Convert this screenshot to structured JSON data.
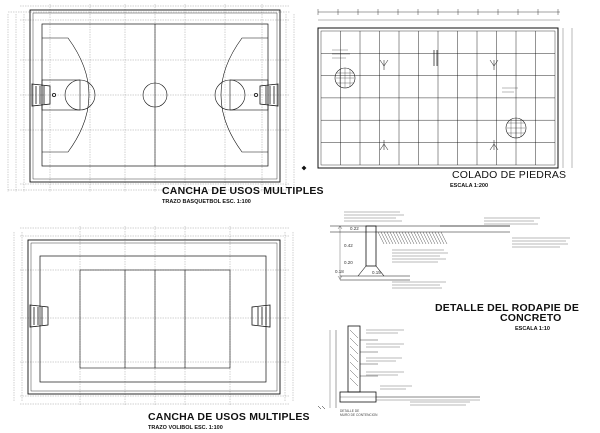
{
  "basketball": {
    "title": "CANCHA DE USOS MULTIPLES",
    "subtitle": "TRAZO  BASQUETBOL ESC. 1:100"
  },
  "volleyball": {
    "title": "CANCHA DE USOS MULTIPLES",
    "subtitle": "TRAZO  VOLIBOL  ESC. 1:100"
  },
  "stones": {
    "title": "COLADO DE PIEDRAS",
    "subtitle": "ESCALA 1:200"
  },
  "baseboard": {
    "title_line1": "DETALLE DEL RODAPIE DE",
    "title_line2": "CONCRETO",
    "subtitle": "ESCALA 1:10",
    "dims": [
      "0.22",
      "0.42",
      "0.20",
      "0.18",
      "0.15"
    ]
  },
  "wall_detail": {
    "label_line1": "DETALLE DE",
    "label_line2": "MURO DE CONTENCION"
  },
  "colors": {
    "line": "#111111",
    "bg": "#ffffff"
  }
}
